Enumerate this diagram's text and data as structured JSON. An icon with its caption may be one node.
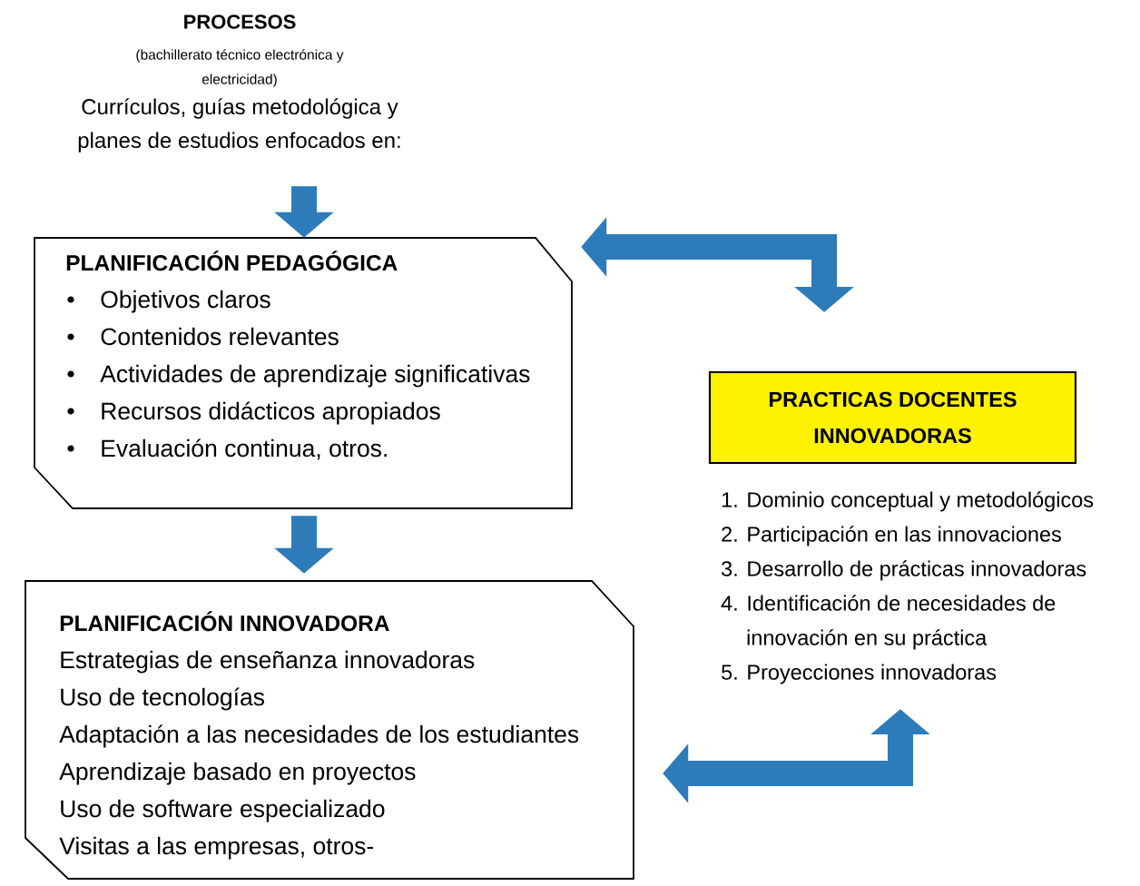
{
  "diagram": {
    "nodes": [
      {
        "text": [
          "PROCESOS",
          "(bachillerato técnico electrónica y electricidad)",
          "Currículos, guías metodológica y planes de estudios  enfocados en:"
        ]
      },
      {
        "text": [
          "PLANIFICACIÓN PEDAGÓGICA",
          "Objetivos claros",
          "Contenidos relevantes",
          "Actividades de aprendizaje significativas",
          "Recursos didácticos apropiados",
          "Evaluación continua, otros."
        ]
      },
      {
        "text": [
          "PLANIFICACIÓN INNOVADORA",
          "Estrategias de enseñanza innovadoras",
          "Uso de tecnologías",
          "Adaptación a las necesidades de los estudiantes",
          "Aprendizaje basado en proyectos",
          "Uso de software especializado",
          "Visitas a las empresas, otros-"
        ]
      },
      {
        "text": [
          "PRACTICAS DOCENTES INNOVADORAS"
        ],
        "beside": [
          "1. Dominio conceptual y metodológicos",
          "2. Participación en las innovaciones",
          "3. Desarrollo de prácticas innovadoras",
          "4. Identificación de necesidades de innovación en su práctica",
          "5. Proyecciones innovadoras"
        ]
      }
    ],
    "edges": [
      {
        "from": 0,
        "to": 1,
        "arrow": "to"
      },
      {
        "from": 1,
        "to": 2,
        "arrow": "to"
      },
      {
        "from": 3,
        "to": 1,
        "arrow": "both"
      },
      {
        "from": 2,
        "to": 3,
        "arrow": "both"
      }
    ]
  }
}
